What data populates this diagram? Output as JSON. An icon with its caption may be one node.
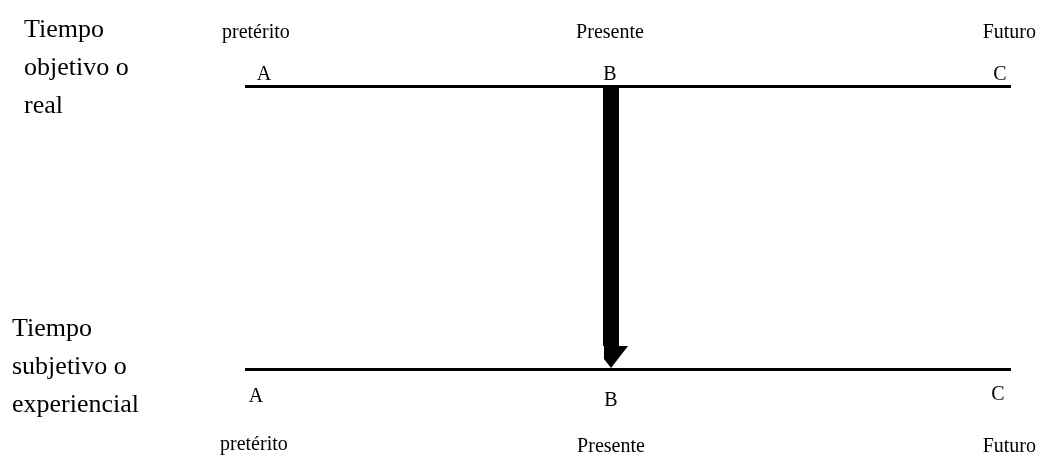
{
  "diagram": {
    "nodes": [
      {
        "text": [],
        "shape": "bar"
      },
      {
        "text": [],
        "shape": "bar"
      }
    ],
    "edges": [
      {
        "from": 0,
        "to": 1,
        "arrow": "to"
      }
    ],
    "labels": [
      "Tiempo objetivo o real",
      "pretérito",
      "Presente",
      "Futuro",
      "A",
      "B",
      "C",
      "Tiempo subjetivo o experiencial",
      "A",
      "B",
      "C",
      "pretérito",
      "Presente",
      "Futuro"
    ]
  }
}
